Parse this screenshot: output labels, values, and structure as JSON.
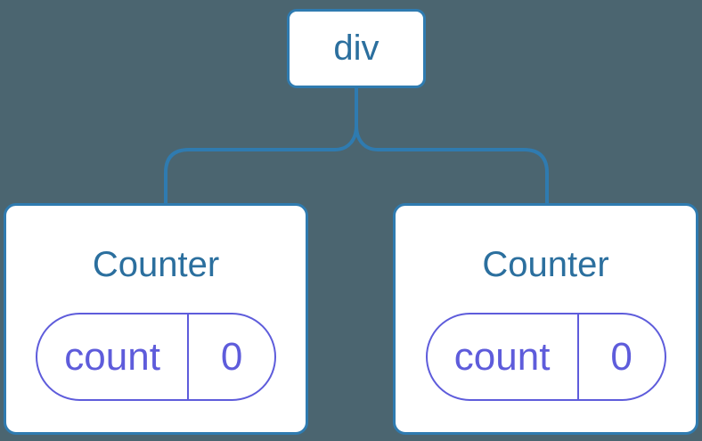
{
  "colors": {
    "background": "#4B6570",
    "line-blue": "#2F7BB0",
    "text-blue": "#2B6F9E",
    "accent-purple": "#5E5CDB",
    "card-fill": "#FFFFFF"
  },
  "tree": {
    "root": {
      "label": "div"
    },
    "children": [
      {
        "title": "Counter",
        "state": {
          "key": "count",
          "value": "0"
        }
      },
      {
        "title": "Counter",
        "state": {
          "key": "count",
          "value": "0"
        }
      }
    ]
  }
}
